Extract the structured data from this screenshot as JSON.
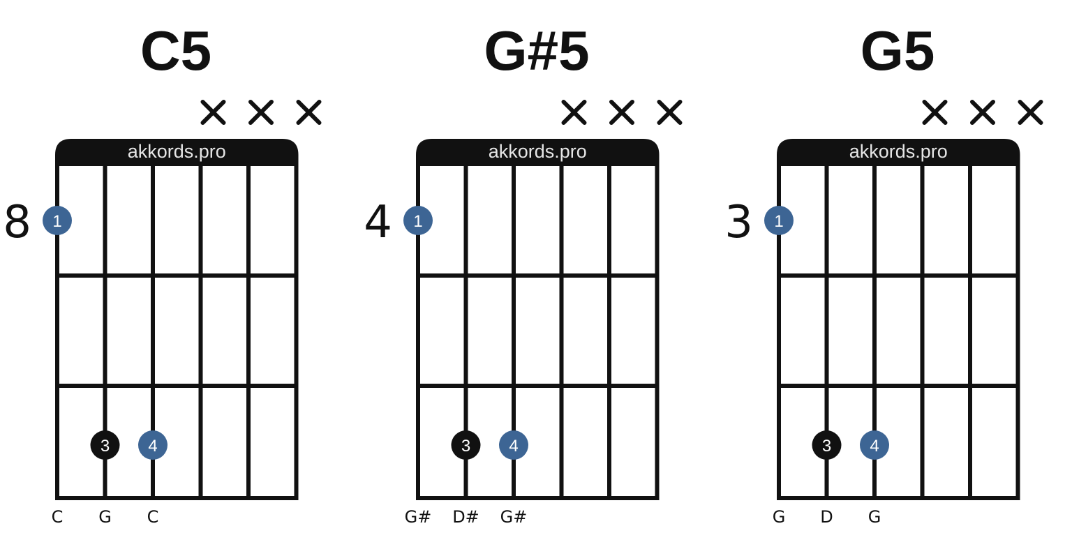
{
  "colors": {
    "ink": "#111111",
    "finger_blue": "#3d6594",
    "finger_black": "#111111",
    "brand_text": "#e6e6e6",
    "background": "#ffffff"
  },
  "brand_label": "akkords.pro",
  "chords": [
    {
      "name": "C5",
      "base_fret": "8",
      "muted_strings": [
        4,
        5,
        6
      ],
      "fingers": [
        {
          "label": "1",
          "string": 1,
          "fret": 1,
          "color": "blue"
        },
        {
          "label": "3",
          "string": 2,
          "fret": 3,
          "color": "black"
        },
        {
          "label": "4",
          "string": 3,
          "fret": 3,
          "color": "blue"
        }
      ],
      "notes": [
        "C",
        "G",
        "C"
      ]
    },
    {
      "name": "G#5",
      "base_fret": "4",
      "muted_strings": [
        4,
        5,
        6
      ],
      "fingers": [
        {
          "label": "1",
          "string": 1,
          "fret": 1,
          "color": "blue"
        },
        {
          "label": "3",
          "string": 2,
          "fret": 3,
          "color": "black"
        },
        {
          "label": "4",
          "string": 3,
          "fret": 3,
          "color": "blue"
        }
      ],
      "notes": [
        "G#",
        "D#",
        "G#"
      ]
    },
    {
      "name": "G5",
      "base_fret": "3",
      "muted_strings": [
        4,
        5,
        6
      ],
      "fingers": [
        {
          "label": "1",
          "string": 1,
          "fret": 1,
          "color": "blue"
        },
        {
          "label": "3",
          "string": 2,
          "fret": 3,
          "color": "black"
        },
        {
          "label": "4",
          "string": 3,
          "fret": 3,
          "color": "blue"
        }
      ],
      "notes": [
        "G",
        "D",
        "G"
      ]
    }
  ]
}
